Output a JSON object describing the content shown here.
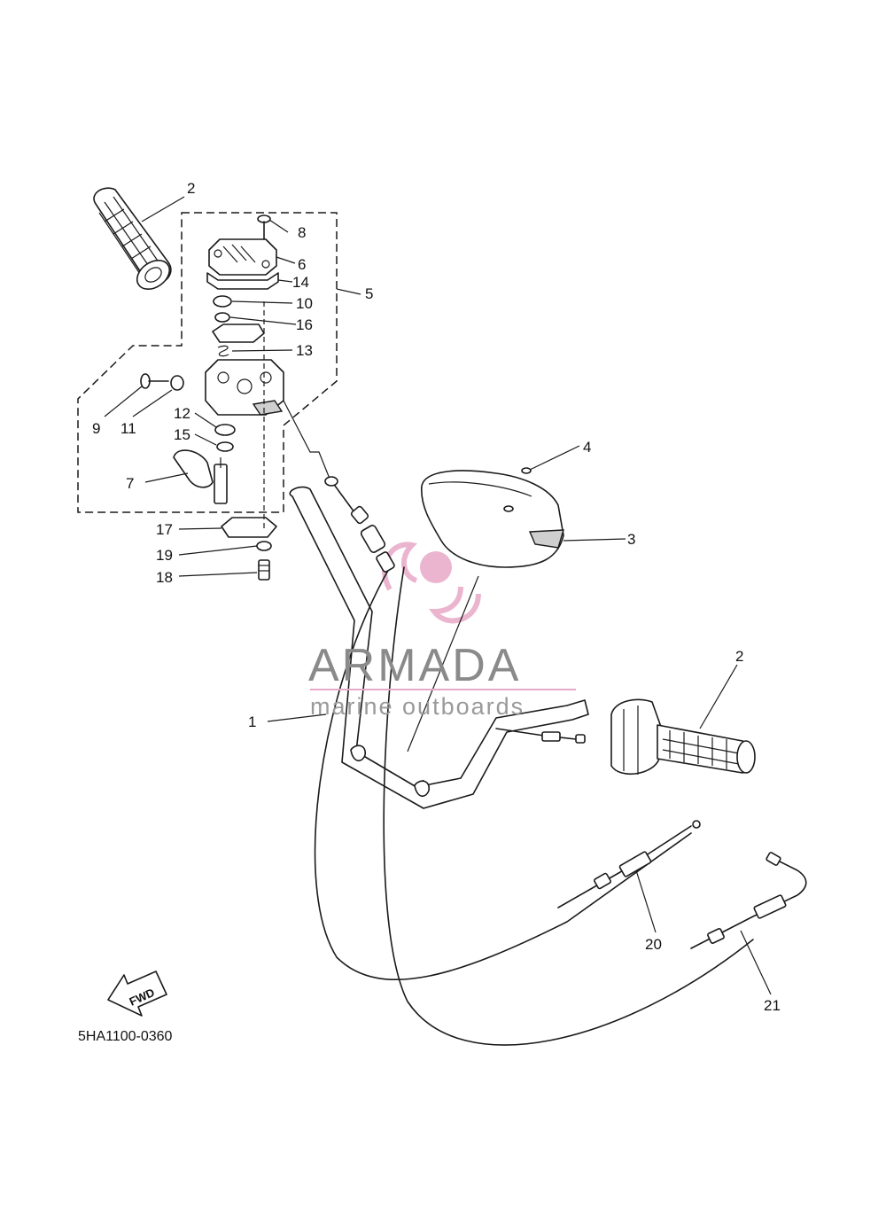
{
  "diagram": {
    "part_code": "5HA1100-0360",
    "fwd_label": "FWD",
    "watermark": {
      "brand": "ARMADA",
      "tagline": "marine outboards",
      "logo_color": "#e8a9c8",
      "text_color": "#8a8a8a"
    },
    "callouts": [
      {
        "id": "1",
        "label": "1"
      },
      {
        "id": "2a",
        "label": "2"
      },
      {
        "id": "2b",
        "label": "2"
      },
      {
        "id": "3",
        "label": "3"
      },
      {
        "id": "4",
        "label": "4"
      },
      {
        "id": "5",
        "label": "5"
      },
      {
        "id": "6",
        "label": "6"
      },
      {
        "id": "7",
        "label": "7"
      },
      {
        "id": "8",
        "label": "8"
      },
      {
        "id": "9",
        "label": "9"
      },
      {
        "id": "10",
        "label": "10"
      },
      {
        "id": "11",
        "label": "11"
      },
      {
        "id": "12",
        "label": "12"
      },
      {
        "id": "13",
        "label": "13"
      },
      {
        "id": "14",
        "label": "14"
      },
      {
        "id": "15",
        "label": "15"
      },
      {
        "id": "16",
        "label": "16"
      },
      {
        "id": "17",
        "label": "17"
      },
      {
        "id": "18",
        "label": "18"
      },
      {
        "id": "19",
        "label": "19"
      },
      {
        "id": "20",
        "label": "20"
      },
      {
        "id": "21",
        "label": "21"
      }
    ]
  }
}
